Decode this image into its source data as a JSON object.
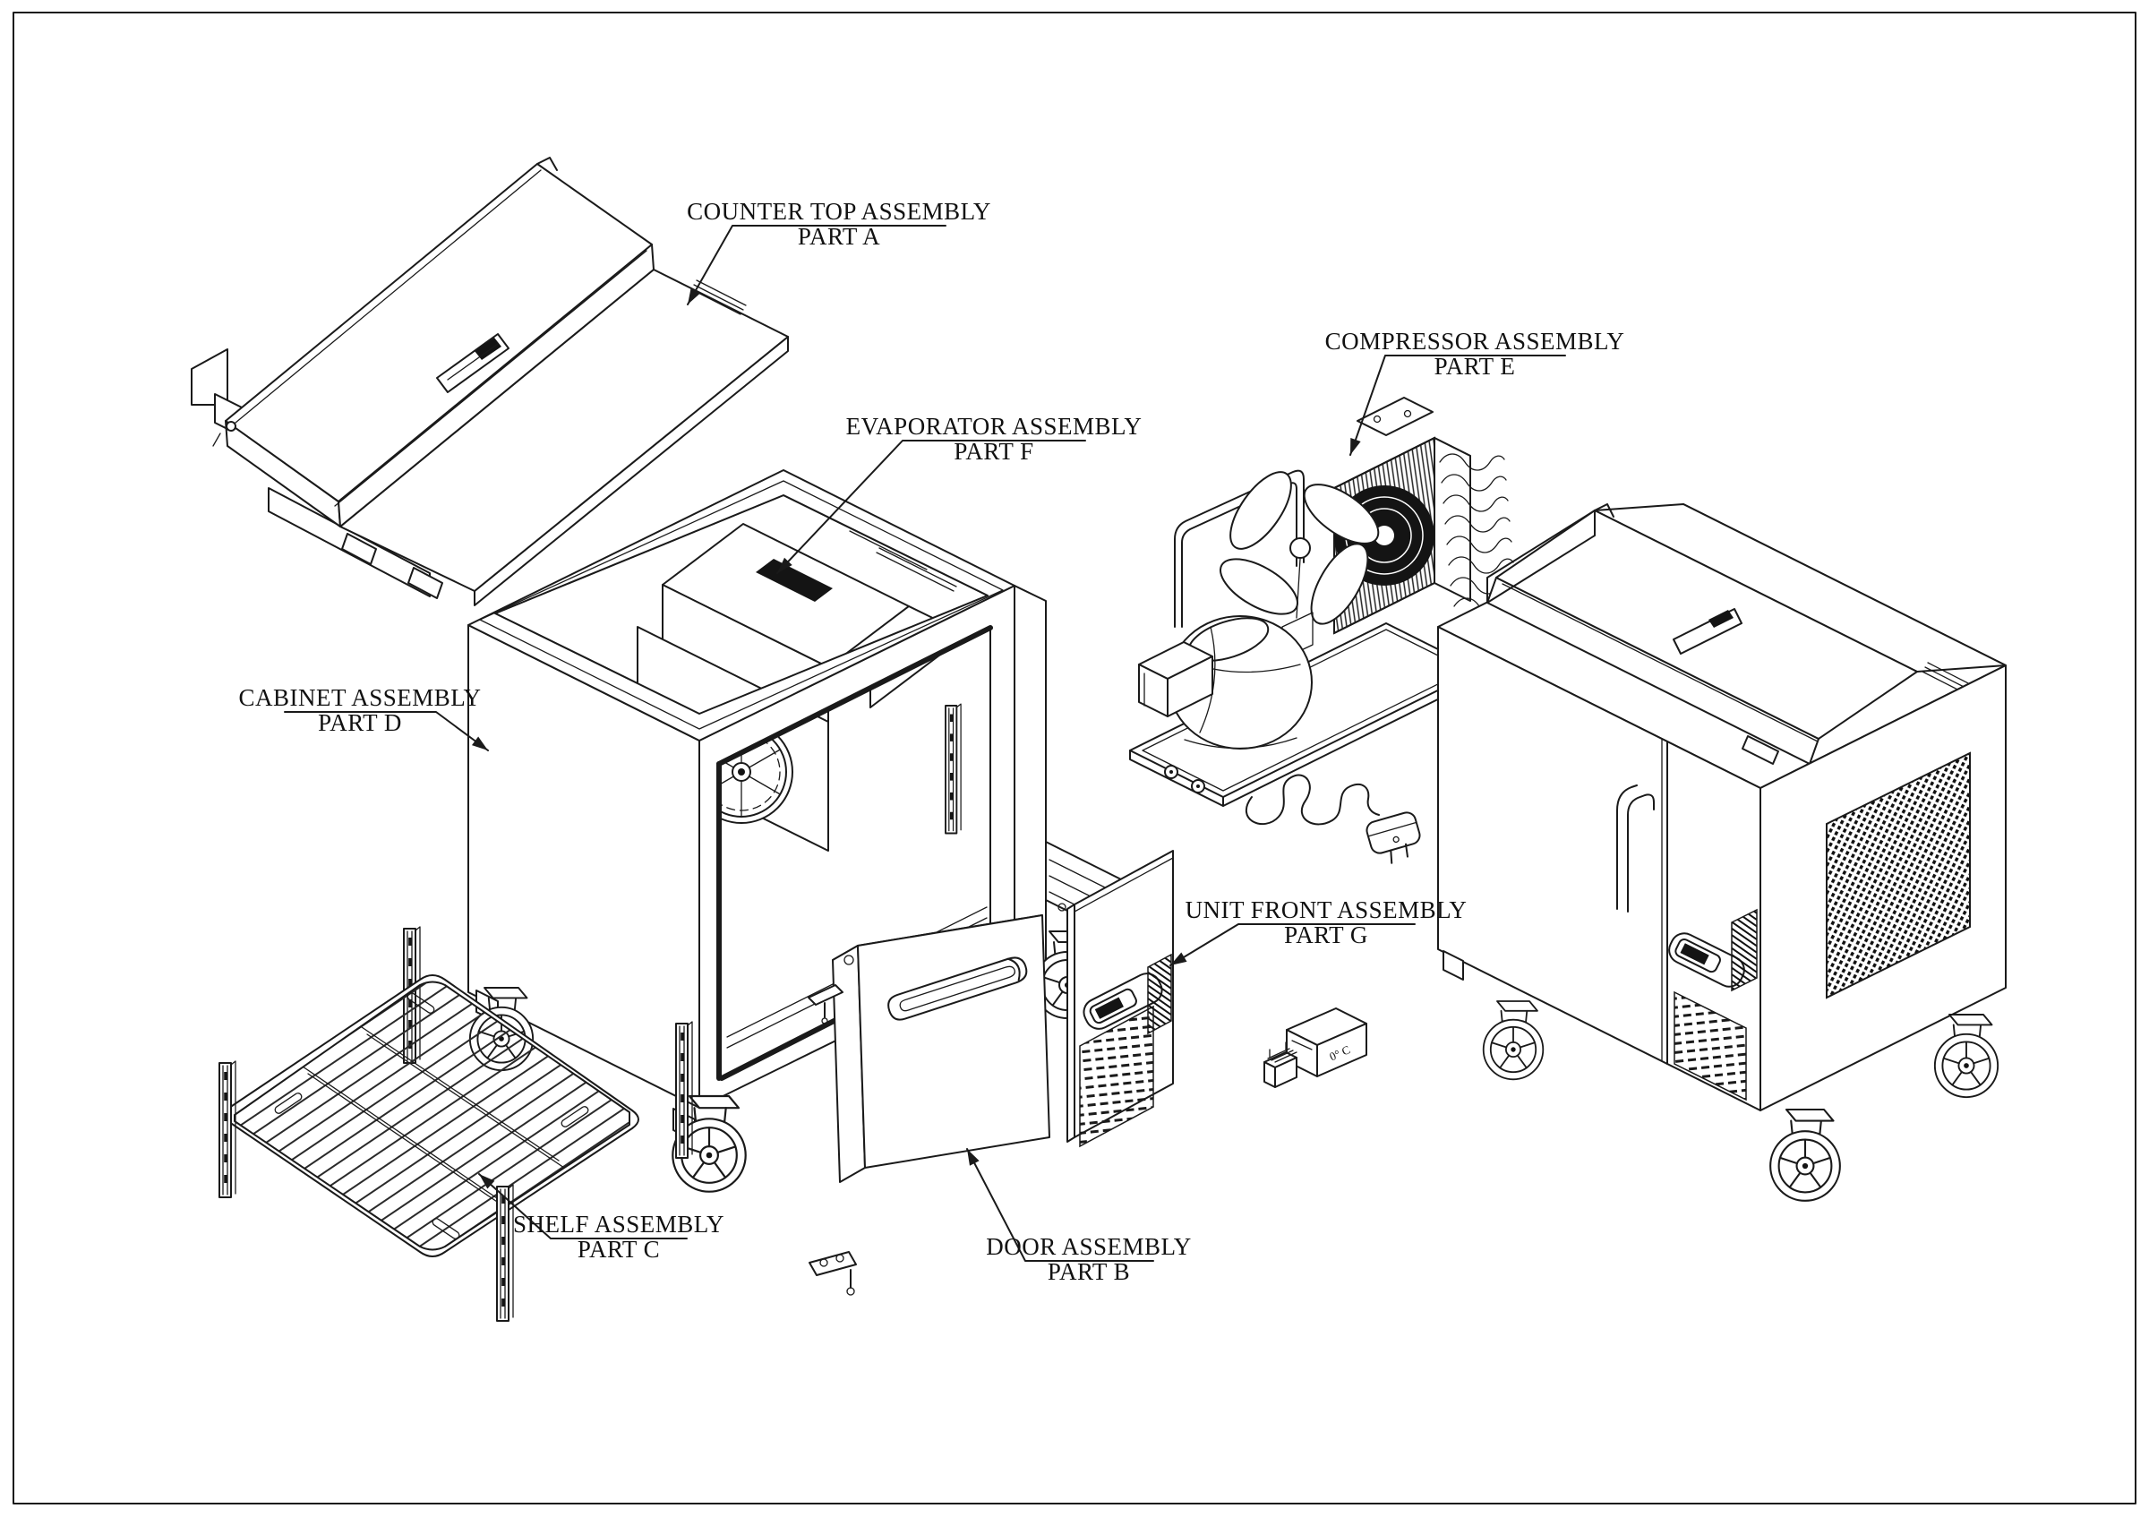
{
  "diagram": {
    "type": "exploded-parts-drawing",
    "colors": {
      "line": "#1a1a1a",
      "background": "#ffffff"
    },
    "callouts": {
      "counter_top": {
        "title": "COUNTER TOP ASSEMBLY",
        "part": "PART A"
      },
      "door": {
        "title": "DOOR ASSEMBLY",
        "part": "PART B"
      },
      "shelf": {
        "title": "SHELF ASSEMBLY",
        "part": "PART C"
      },
      "cabinet": {
        "title": "CABINET ASSEMBLY",
        "part": "PART D"
      },
      "compressor": {
        "title": "COMPRESSOR ASSEMBLY",
        "part": "PART E"
      },
      "evaporator": {
        "title": "EVAPORATOR ASSEMBLY",
        "part": "PART F"
      },
      "unit_front": {
        "title": "UNIT FRONT ASSEMBLY",
        "part": "PART G"
      }
    },
    "thermometer": {
      "reading": "0° C"
    }
  }
}
